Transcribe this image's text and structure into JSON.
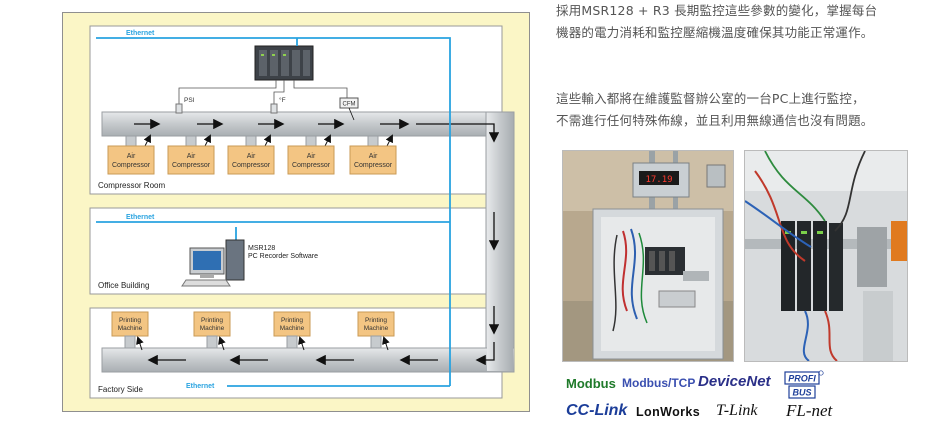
{
  "diagram": {
    "network_label": "Ethernet",
    "sensors": {
      "psi": "PSI",
      "temp": "°F",
      "cfm": "CFM"
    },
    "compressor_label_line1": "Air",
    "compressor_label_line2": "Compressor",
    "compressor_count": 5,
    "compressor_room_title": "Compressor Room",
    "office_title": "Office Building",
    "recorder_line1": "MSR128",
    "recorder_line2": "PC Recorder Software",
    "printing_label_line1": "Printing",
    "printing_label_line2": "Machine",
    "printing_count": 4,
    "factory_title": "Factory Side",
    "colors": {
      "ethernet": "#29a3e0",
      "panel": "#fbf6c6",
      "pipe": "#c9cdd0",
      "compressor": "#f3c583"
    }
  },
  "text": {
    "para1_line1": "採用MSR128 + R3 長期監控這些參數的變化，掌握每台",
    "para1_line2": "機器的電力消耗和監控壓縮機溫度確保其功能正常運作。",
    "para2_line1": "這些輸入都將在維護監督辦公室的一台PC上進行監控，",
    "para2_line2": "不需進行任何特殊佈線，並且利用無線通信也沒有問題。"
  },
  "photos": {
    "left_display_reading": "17.19"
  },
  "logos": {
    "modbus": "Modbus",
    "modbus_tcp": "Modbus/TCP",
    "devicenet": "DeviceNet",
    "profibus_top": "PROFI",
    "profibus_bottom": "BUS",
    "cc_link": "CC-Link",
    "lonworks": "LonWorks",
    "t_link": "T-Link",
    "fl_net": "FL-net"
  }
}
